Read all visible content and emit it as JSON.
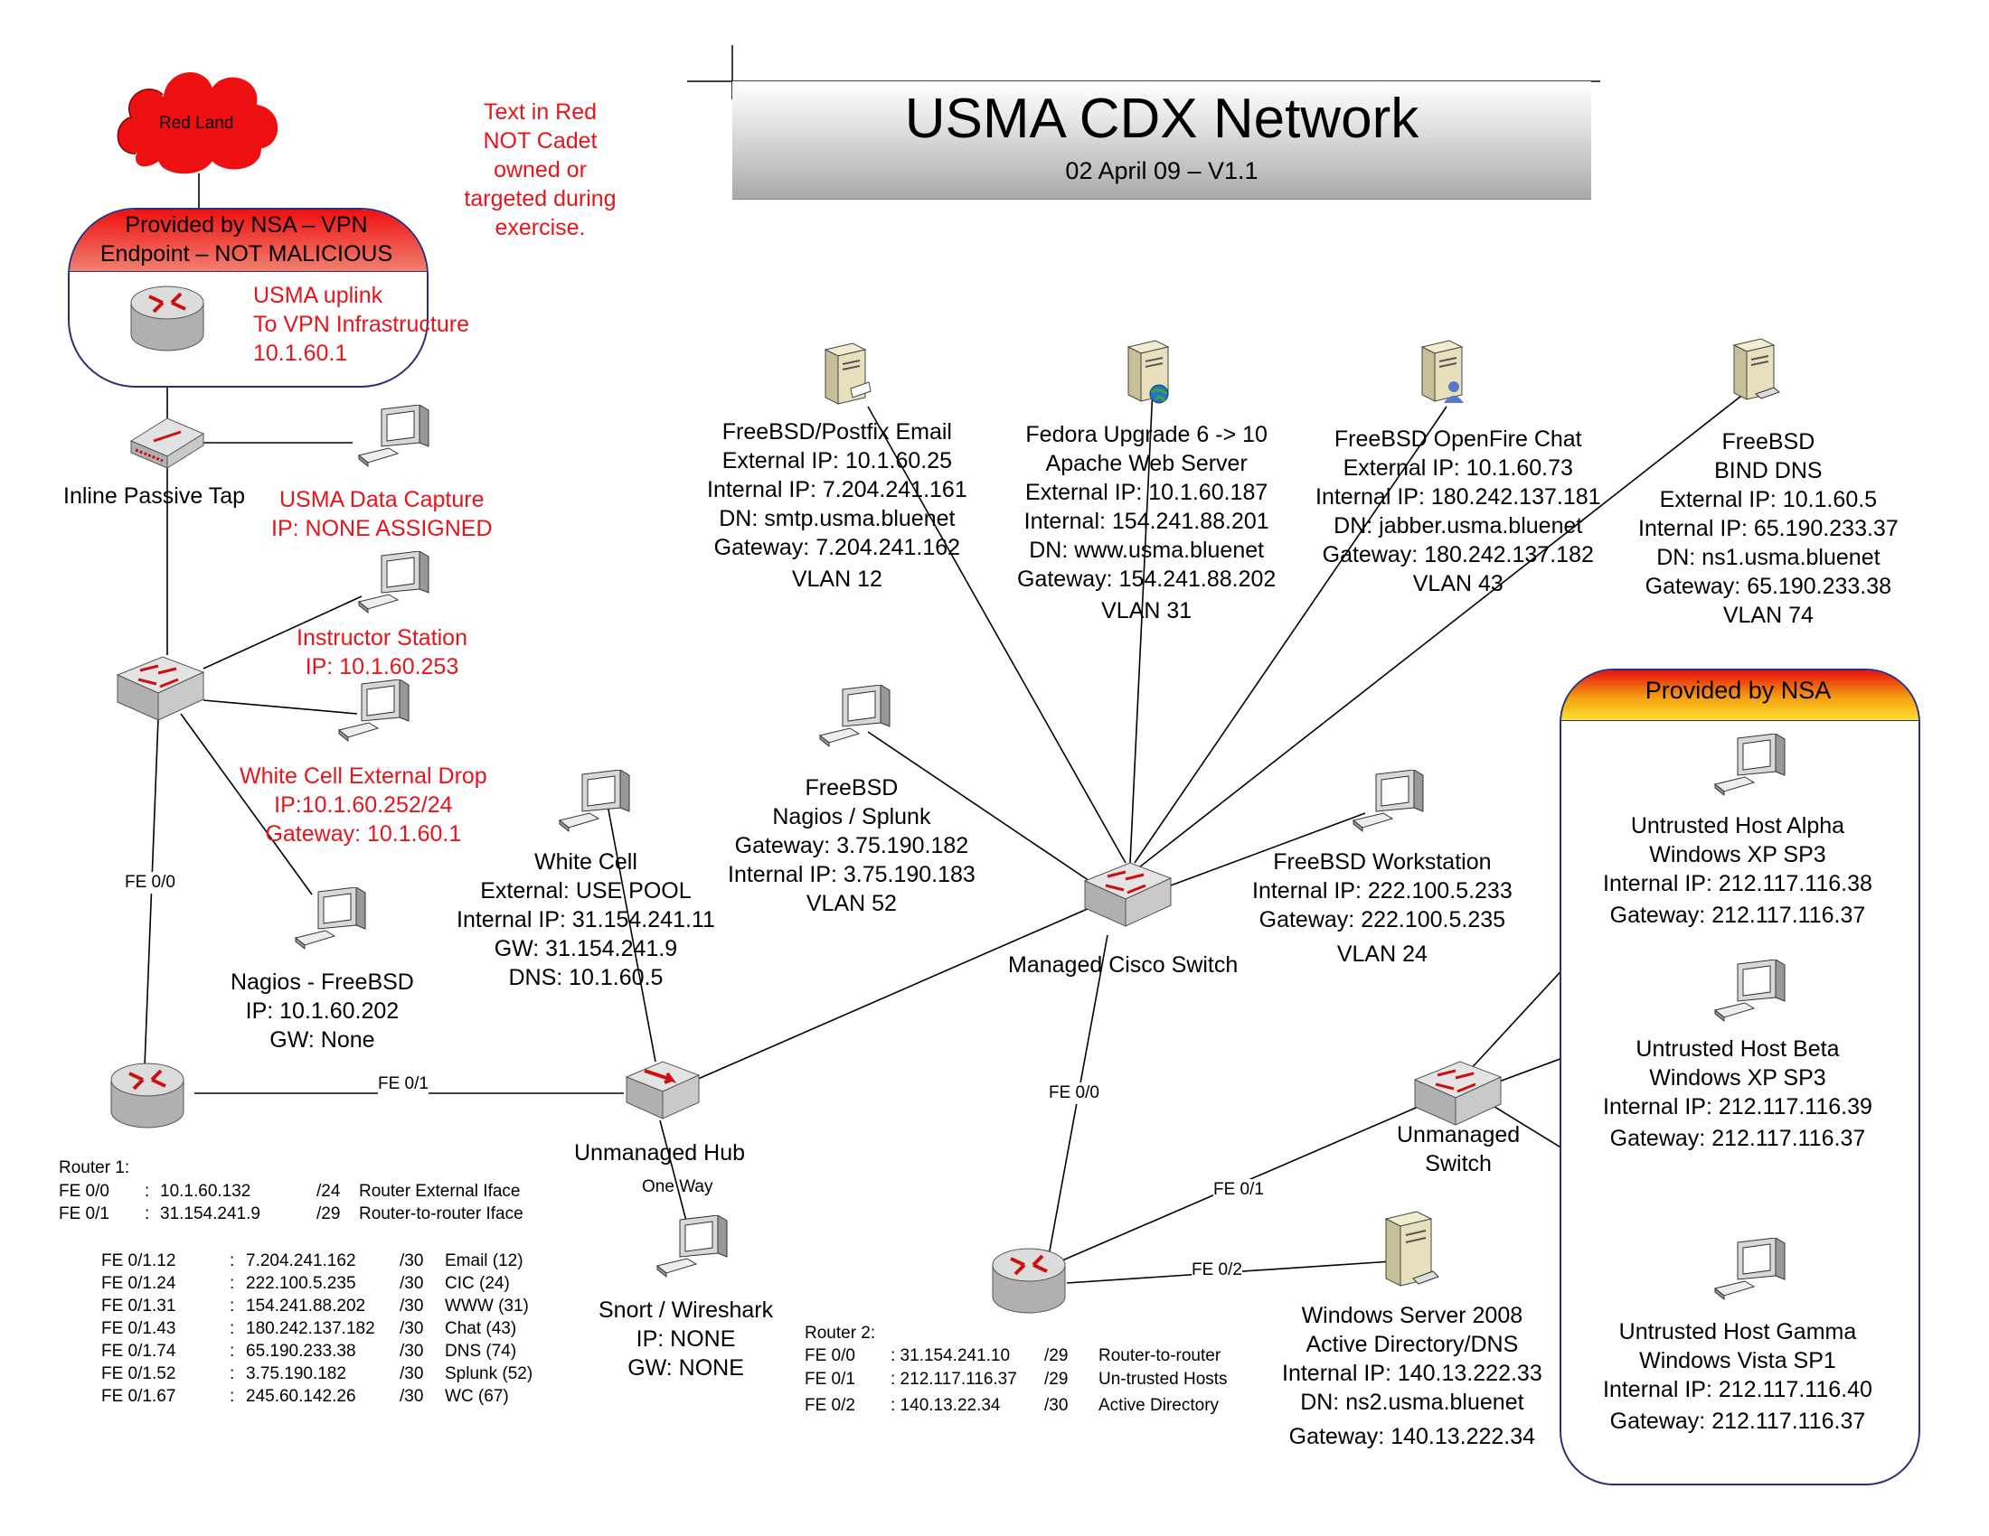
{
  "title": {
    "main": "USMA CDX Network",
    "subtitle": "02 April 09 – V1.1"
  },
  "red_note": [
    "Text in Red",
    "NOT Cadet",
    "owned or",
    "targeted during",
    "exercise."
  ],
  "red_land": {
    "label": "Red Land"
  },
  "nsa_vpn": {
    "header": [
      "Provided by NSA – VPN",
      "Endpoint – NOT MALICIOUS"
    ],
    "uplink": [
      "USMA uplink",
      "To VPN Infrastructure",
      "10.1.60.1"
    ]
  },
  "nsa_group": {
    "header": "Provided by NSA"
  },
  "nodes": {
    "inline_tap": "Inline Passive Tap",
    "data_capture": [
      "USMA Data Capture",
      "IP: NONE ASSIGNED"
    ],
    "instructor": [
      "Instructor Station",
      "IP: 10.1.60.253"
    ],
    "white_cell_ext": [
      "White Cell External Drop",
      "IP:10.1.60.252/24",
      "Gateway: 10.1.60.1"
    ],
    "nagios_fbsd": [
      "Nagios - FreeBSD",
      "IP: 10.1.60.202",
      "GW: None"
    ],
    "white_cell": [
      "White Cell",
      "External: USE POOL",
      "Internal IP: 31.154.241.11",
      "GW: 31.154.241.9",
      "DNS: 10.1.60.5"
    ],
    "nagios_splunk": [
      "FreeBSD",
      "Nagios / Splunk",
      "Gateway: 3.75.190.182",
      "Internal IP: 3.75.190.183",
      "VLAN 52"
    ],
    "email": [
      "FreeBSD/Postfix Email",
      "External IP: 10.1.60.25",
      "Internal IP: 7.204.241.161",
      "DN: smtp.usma.bluenet",
      "Gateway: 7.204.241.162",
      "VLAN 12"
    ],
    "web": [
      "Fedora Upgrade 6 -> 10",
      "Apache Web Server",
      "External IP: 10.1.60.187",
      "Internal: 154.241.88.201",
      "DN: www.usma.bluenet",
      "Gateway: 154.241.88.202",
      "VLAN 31"
    ],
    "chat": [
      "FreeBSD OpenFire Chat",
      "External IP: 10.1.60.73",
      "Internal IP: 180.242.137.181",
      "DN: jabber.usma.bluenet",
      "Gateway: 180.242.137.182",
      "VLAN 43"
    ],
    "dns": [
      "FreeBSD",
      "BIND DNS",
      "External IP: 10.1.60.5",
      "Internal IP: 65.190.233.37",
      "DN: ns1.usma.bluenet",
      "Gateway: 65.190.233.38",
      "VLAN 74"
    ],
    "workstation": [
      "FreeBSD Workstation",
      "Internal IP: 222.100.5.233",
      "Gateway: 222.100.5.235",
      "VLAN 24"
    ],
    "managed_switch": "Managed Cisco Switch",
    "unmanaged_hub": "Unmanaged Hub",
    "one_way": "One Way",
    "snort": [
      "Snort / Wireshark",
      "IP: NONE",
      "GW: NONE"
    ],
    "unmanaged_switch": [
      "Unmanaged",
      "Switch"
    ],
    "win2008": [
      "Windows Server 2008",
      "Active Directory/DNS",
      "Internal IP: 140.13.222.33",
      "DN: ns2.usma.bluenet",
      "Gateway: 140.13.222.34"
    ],
    "alpha": [
      "Untrusted Host Alpha",
      "Windows XP SP3",
      "Internal IP: 212.117.116.38",
      "Gateway: 212.117.116.37"
    ],
    "beta": [
      "Untrusted Host Beta",
      "Windows XP SP3",
      "Internal IP: 212.117.116.39",
      "Gateway: 212.117.116.37"
    ],
    "gamma": [
      "Untrusted Host Gamma",
      "Windows Vista SP1",
      "Internal IP: 212.117.116.40",
      "Gateway: 212.117.116.37"
    ]
  },
  "link_labels": {
    "r1_fe00": "FE 0/0",
    "r1_fe01": "FE 0/1",
    "r2_fe00": "FE 0/0",
    "r2_fe01": "FE 0/1",
    "r2_fe02": "FE 0/2"
  },
  "router1": {
    "title": "Router 1:",
    "rows": [
      [
        "FE 0/0",
        ":",
        "10.1.60.132",
        "/24",
        "Router External Iface"
      ],
      [
        "FE 0/1",
        ":",
        "31.154.241.9",
        "/29",
        "Router-to-router Iface"
      ]
    ],
    "subifs": [
      [
        "FE 0/1.12",
        ":",
        "7.204.241.162",
        "/30",
        "Email (12)"
      ],
      [
        "FE 0/1.24",
        ":",
        "222.100.5.235",
        "/30",
        "CIC (24)"
      ],
      [
        "FE 0/1.31",
        ":",
        "154.241.88.202",
        "/30",
        "WWW (31)"
      ],
      [
        "FE 0/1.43",
        ":",
        "180.242.137.182",
        "/30",
        "Chat (43)"
      ],
      [
        "FE 0/1.74",
        ":",
        "65.190.233.38",
        "/30",
        "DNS (74)"
      ],
      [
        "FE 0/1.52",
        ":",
        "3.75.190.182",
        "/30",
        "Splunk (52)"
      ],
      [
        "FE 0/1.67",
        ":",
        "245.60.142.26",
        "/30",
        "WC (67)"
      ]
    ]
  },
  "router2": {
    "title": "Router 2:",
    "rows": [
      [
        "FE 0/0",
        ": 31.154.241.10",
        "/29",
        "Router-to-router"
      ],
      [
        "FE 0/1",
        ": 212.117.116.37",
        "/29",
        "Un-trusted Hosts"
      ],
      [
        "FE 0/2",
        ": 140.13.22.34",
        "/30",
        "Active Directory"
      ]
    ]
  },
  "colors": {
    "red_text": "#e8141c",
    "group_border": "#2b2f7a",
    "router": "#cfcfcf",
    "arrow_red": "#cc1010"
  }
}
